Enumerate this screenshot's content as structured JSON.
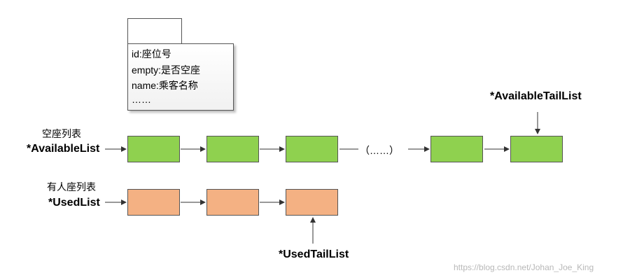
{
  "struct": {
    "fields": [
      "id:座位号",
      "empty:是否空座",
      "name:乘客名称",
      "……"
    ]
  },
  "available_list": {
    "title_cn": "空座列表",
    "var_name": "*AvailableList",
    "ellipsis": "（……）",
    "tail_label": "*AvailableTailList",
    "node_color": "#8fd14f"
  },
  "used_list": {
    "title_cn": "有人座列表",
    "var_name": "*UsedList",
    "tail_label": "*UsedTailList",
    "node_color": "#f4b183"
  },
  "watermark": "https://blog.csdn.net/Johan_Joe_King"
}
